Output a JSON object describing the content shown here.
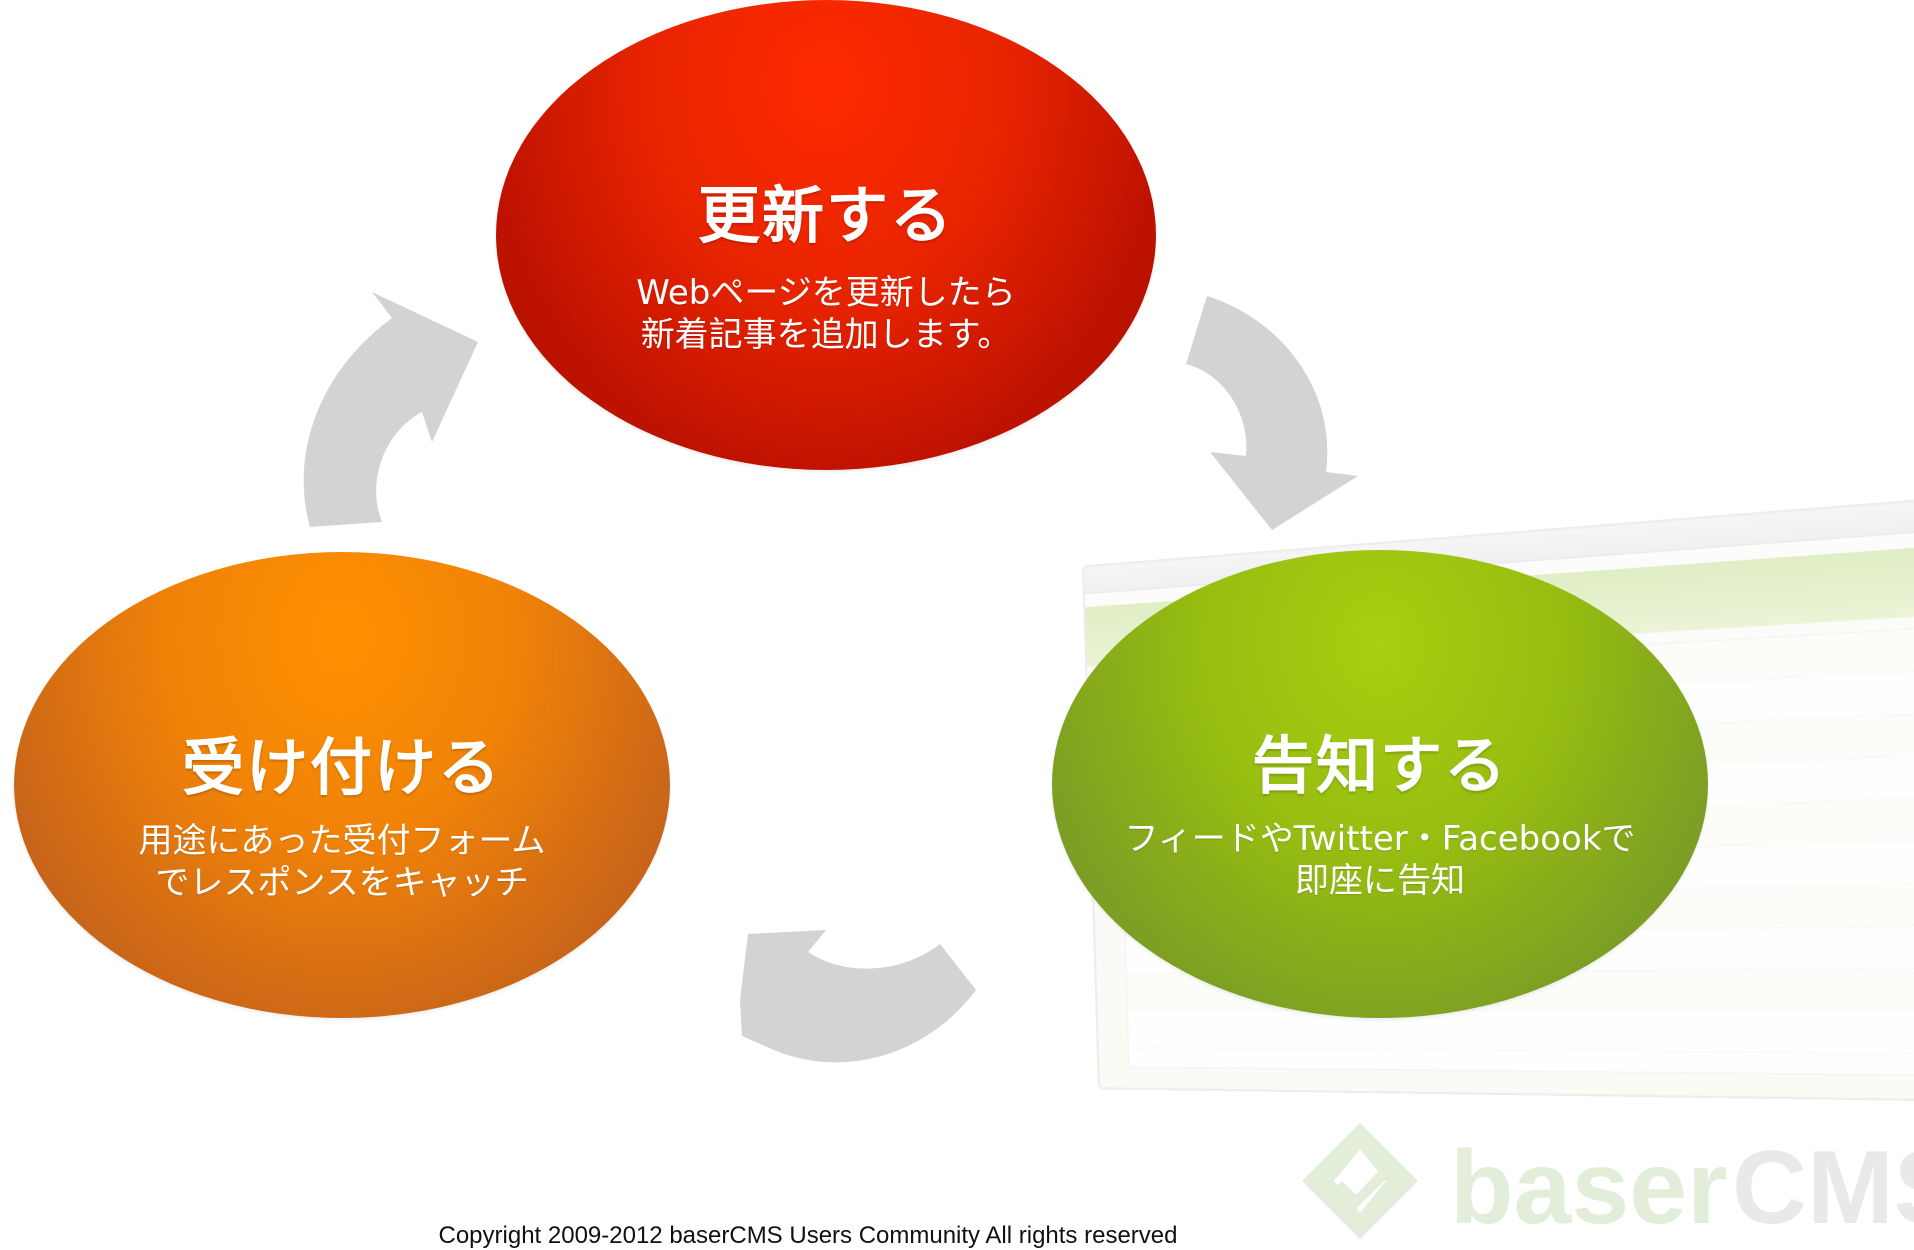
{
  "nodes": {
    "update": {
      "title": "更新する",
      "line1": "Webページを更新したら",
      "line2": "新着記事を追加します。",
      "color": "#e02200"
    },
    "announce": {
      "title": "告知する",
      "line1": "フィードやTwitter・Facebookで",
      "line2": "即座に告知",
      "color": "#93b914"
    },
    "receive": {
      "title": "受け付ける",
      "line1": "用途にあった受付フォーム",
      "line2": "でレスポンスをキャッチ",
      "color": "#ef8208"
    }
  },
  "arrow_color": "#d3d3d3",
  "watermark": {
    "logo_text": "baserCMS"
  },
  "footer": {
    "copyright": "Copyright 2009-2012 baserCMS Users Community All rights reserved"
  }
}
